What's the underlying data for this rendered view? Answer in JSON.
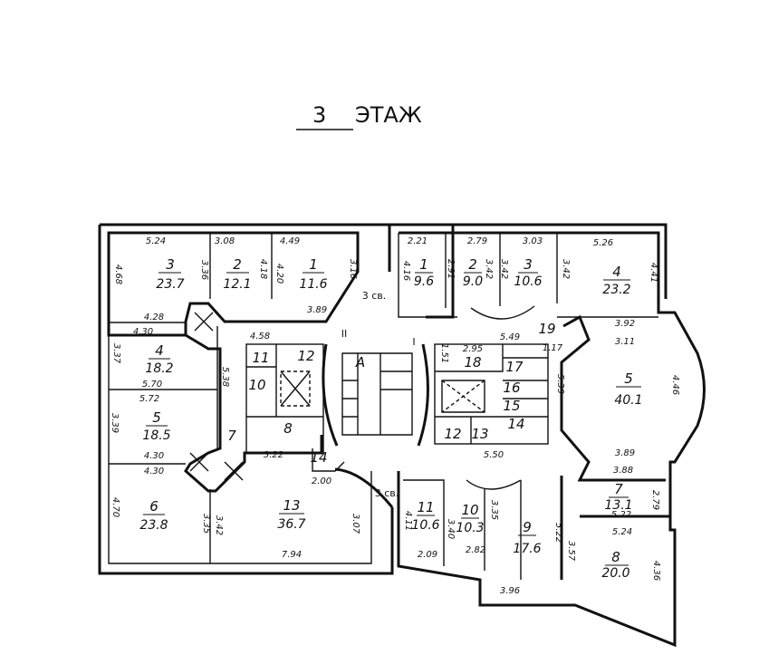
{
  "title": {
    "floor_number": "3",
    "floor_word": "ЭТАЖ"
  },
  "labels": {
    "stair_a": "А",
    "axis_ii": "II",
    "axis_i": "I",
    "light_well_top": "3 св.",
    "light_well_bottom": "3 св."
  },
  "left_rooms": [
    {
      "number": "3",
      "area": "23.7"
    },
    {
      "number": "2",
      "area": "12.1"
    },
    {
      "number": "1",
      "area": "11.6"
    },
    {
      "number": "4",
      "area": "18.2"
    },
    {
      "number": "5",
      "area": "18.5"
    },
    {
      "number": "6",
      "area": "23.8"
    },
    {
      "number": "13",
      "area": "36.7"
    },
    {
      "number": "7"
    },
    {
      "number": "8"
    },
    {
      "number": "10"
    },
    {
      "number": "11"
    },
    {
      "number": "12"
    },
    {
      "number": "14"
    }
  ],
  "right_rooms": [
    {
      "number": "1",
      "area": "9.6"
    },
    {
      "number": "2",
      "area": "9.0"
    },
    {
      "number": "3",
      "area": "10.6"
    },
    {
      "number": "4",
      "area": "23.2"
    },
    {
      "number": "5",
      "area": "40.1"
    },
    {
      "number": "11",
      "area": "10.6"
    },
    {
      "number": "10",
      "area": "10.3"
    },
    {
      "number": "9",
      "area": "17.6"
    },
    {
      "number": "7",
      "area": "13.1"
    },
    {
      "number": "8",
      "area": "20.0"
    },
    {
      "number": "19"
    },
    {
      "number": "18"
    },
    {
      "number": "17"
    },
    {
      "number": "16"
    },
    {
      "number": "15"
    },
    {
      "number": "14"
    },
    {
      "number": "12"
    },
    {
      "number": "13"
    }
  ],
  "left_dims": [
    "5.24",
    "3.08",
    "4.49",
    "4.68",
    "3.36",
    "4.18",
    "4.20",
    "3.16",
    "4.28",
    "3.89",
    "4.30",
    "4.58",
    "3.37",
    "5.70",
    "5.38",
    "5.72",
    "3.39",
    "4.30",
    "3.22",
    "4.30",
    "2.00",
    "4.70",
    "3.35",
    "3.42",
    "3.07",
    "7.94"
  ],
  "right_dims": [
    "2.21",
    "2.79",
    "3.03",
    "5.26",
    "4.16",
    "2.91",
    "3.42",
    "3.42",
    "3.42",
    "4.41",
    "3.92",
    "5.49",
    "2.95",
    "1.51",
    "1.17",
    "3.11",
    "5.39",
    "4.46",
    "5.50",
    "3.89",
    "3.88",
    "2.79",
    "5.22",
    "5.24",
    "4.11",
    "3.40",
    "3.35",
    "2.09",
    "2.82",
    "5.22",
    "3.57",
    "4.36",
    "3.96"
  ]
}
